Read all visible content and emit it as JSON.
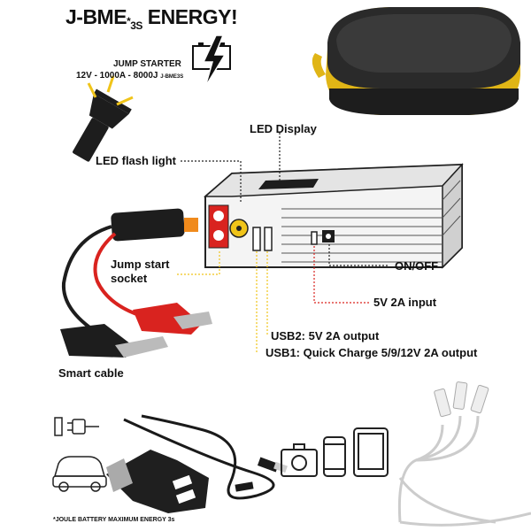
{
  "brand": {
    "name": "J-BME",
    "sub": "3S",
    "star": "*",
    "suffix": " ENERGY!"
  },
  "spec": {
    "line1": "JUMP STARTER",
    "line2": "12V - 1000A - 8000J",
    "line2_small": "J-BME3S"
  },
  "labels": {
    "led_flash": "LED flash light",
    "led_display": "LED Display",
    "jump_socket_1": "Jump start",
    "jump_socket_2": "socket",
    "on_off": "ON/OFF",
    "input": "5V 2A input",
    "usb2": "USB2: 5V 2A output",
    "usb1": "USB1: Quick Charge 5/9/12V 2A output",
    "smart_cable": "Smart cable"
  },
  "footnote": "*JOULE BATTERY MAXIMUM ENERGY 3s",
  "colors": {
    "accent_yellow": "#f0c419",
    "red": "#d9231f",
    "orange": "#f08a1c",
    "dark": "#1d1d1d"
  },
  "icons": [
    "lightning-battery-icon",
    "flashlight-icon",
    "plug-icon",
    "car-icon",
    "camera-icon",
    "phone-icon",
    "tablet-icon"
  ]
}
